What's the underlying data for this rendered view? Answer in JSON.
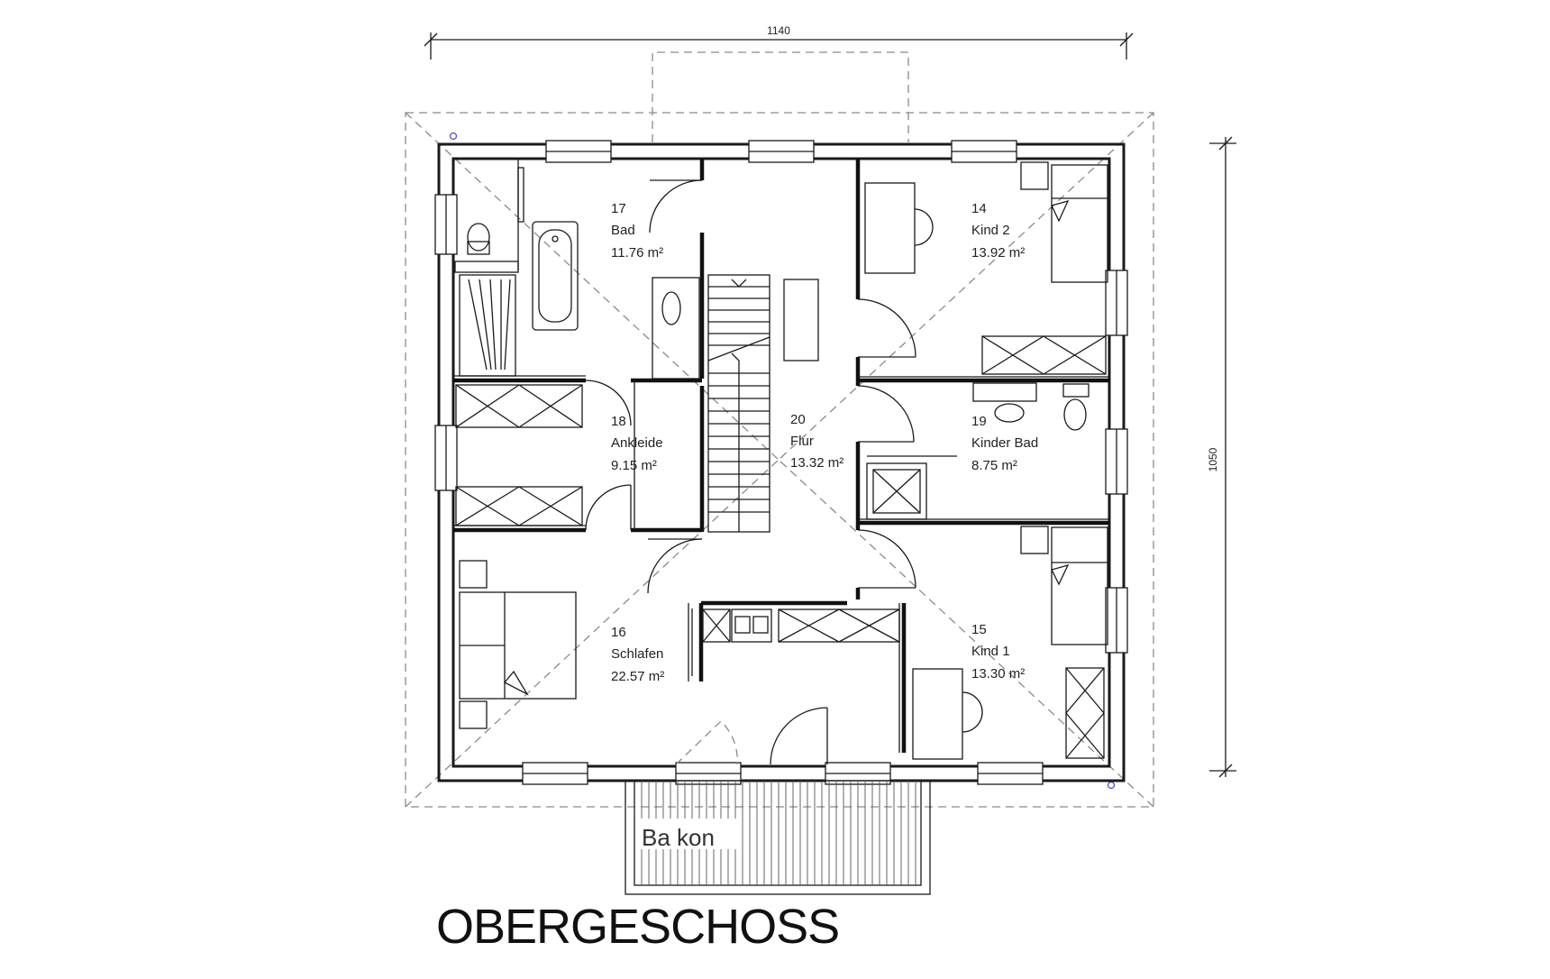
{
  "plan": {
    "title": "OBERGESCHOSS",
    "dimension_width": "1140",
    "dimension_depth": "1050",
    "balcony_label": "Ba kon",
    "rooms": [
      {
        "number": "17",
        "name": "Bad",
        "area": "11.76  m²"
      },
      {
        "number": "18",
        "name": "Ankleide",
        "area": "9.15  m²"
      },
      {
        "number": "16",
        "name": "Schlafen",
        "area": "22.57  m²"
      },
      {
        "number": "20",
        "name": "Flur",
        "area": "13.32  m²"
      },
      {
        "number": "14",
        "name": "Kind 2",
        "area": "13.92  m²"
      },
      {
        "number": "19",
        "name": "Kinder Bad",
        "area": "8.75  m²"
      },
      {
        "number": "15",
        "name": "Kind 1",
        "area": "13.30  m²"
      }
    ]
  }
}
